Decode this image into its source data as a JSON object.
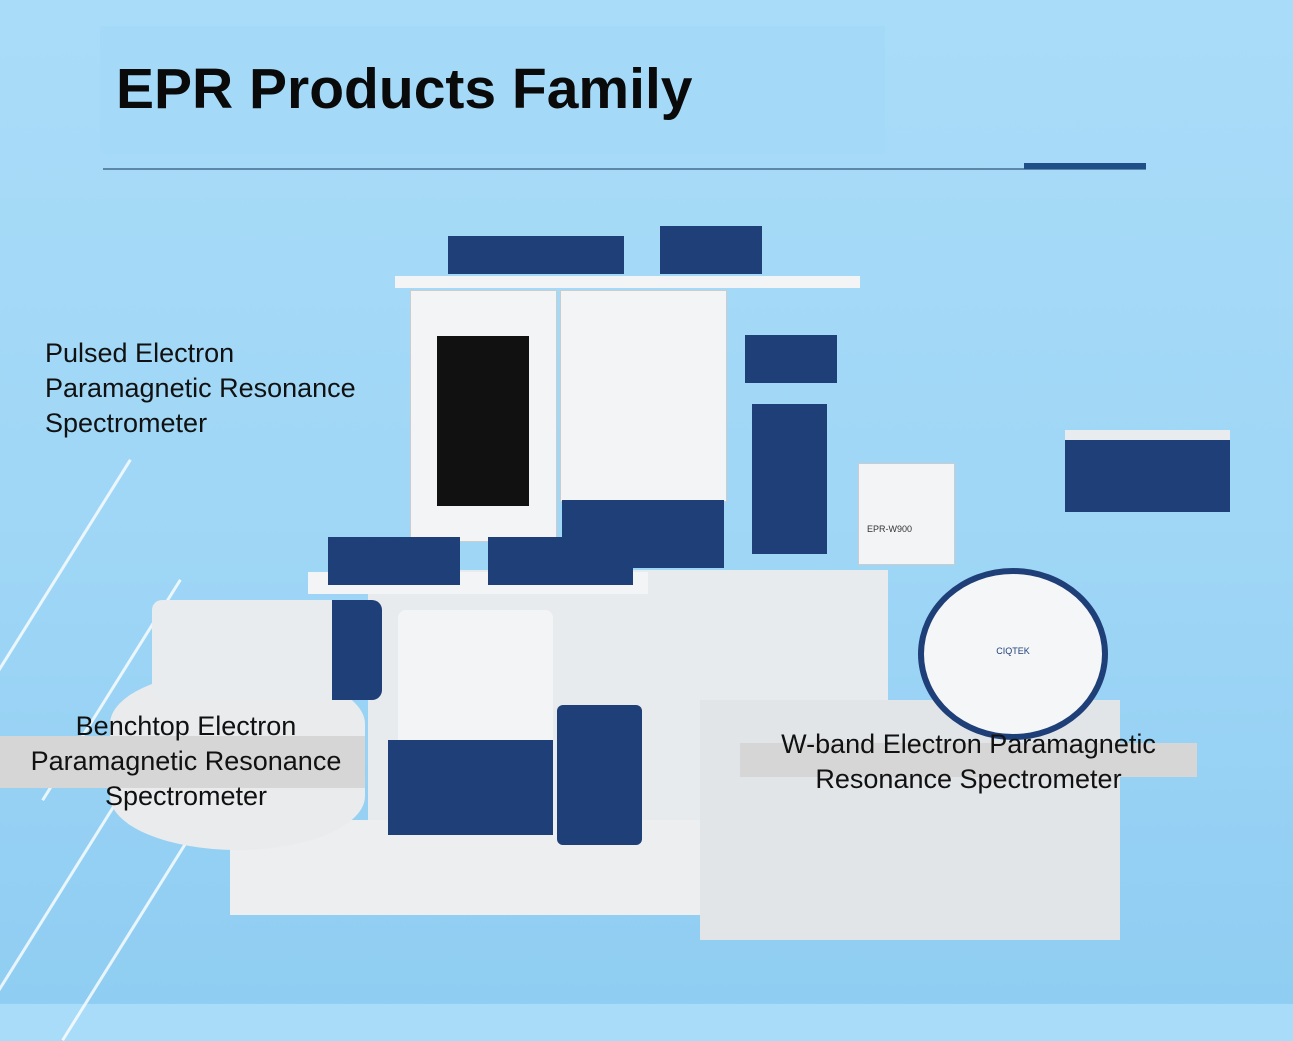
{
  "title": "EPR Products Family",
  "labels": {
    "pulsed": [
      "Pulsed Electron",
      "Paramagnetic Resonance",
      "Spectrometer"
    ],
    "benchtop": [
      "Benchtop Electron",
      "Paramagnetic Resonance",
      "Spectrometer"
    ],
    "wband": [
      "W-band Electron Paramagnetic",
      "Resonance Spectrometer"
    ]
  },
  "device_labels": {
    "wband_model": "EPR-W900",
    "brand": "CIQTEK"
  },
  "colors": {
    "background": "#a9dcf8",
    "accent": "#1e4f86",
    "device_navy": "#1f3f78"
  }
}
